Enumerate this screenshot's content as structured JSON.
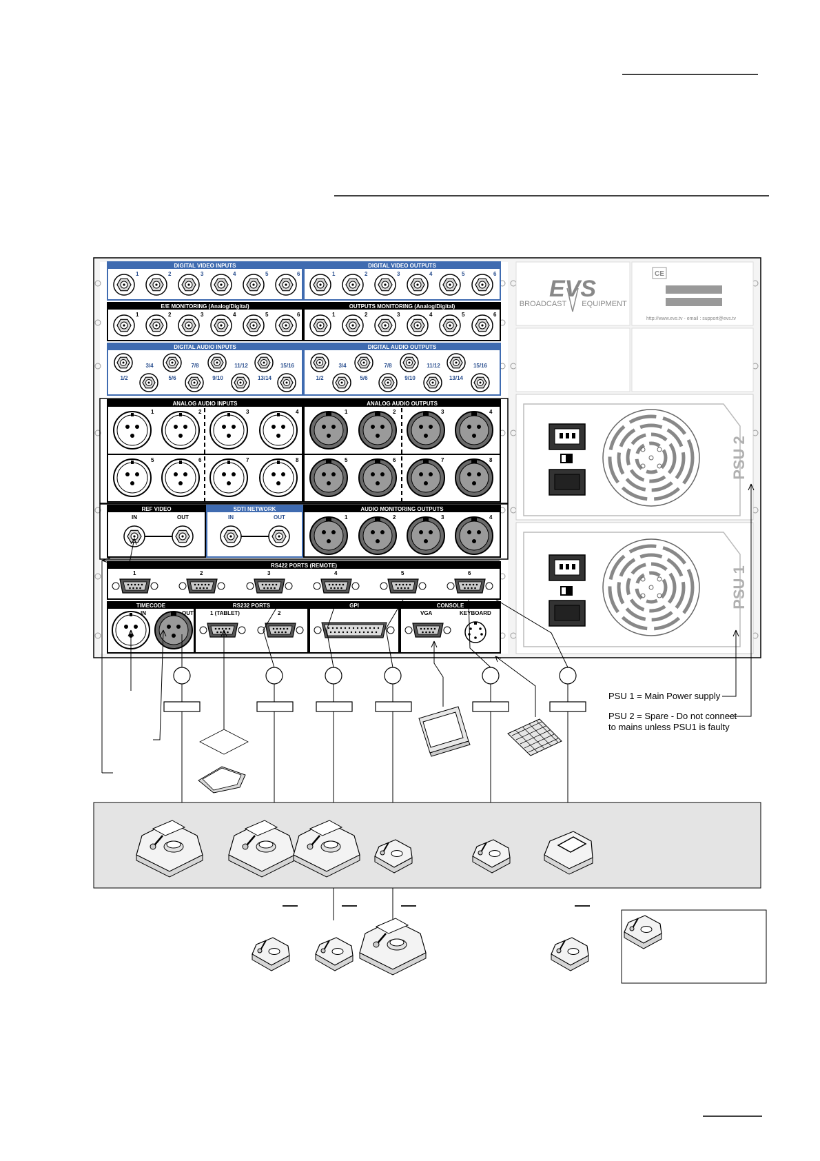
{
  "rack": {
    "digital_video_inputs": {
      "title": "DIGITAL VIDEO INPUTS",
      "ports": [
        "1",
        "2",
        "3",
        "4",
        "5",
        "6"
      ]
    },
    "digital_video_outputs": {
      "title": "DIGITAL VIDEO OUTPUTS",
      "ports": [
        "1",
        "2",
        "3",
        "4",
        "5",
        "6"
      ]
    },
    "ee_monitoring": {
      "title": "E/E MONITORING (Analog/Digital)",
      "ports": [
        "1",
        "2",
        "3",
        "4",
        "5",
        "6"
      ]
    },
    "outputs_monitoring": {
      "title": "OUTPUTS MONITORING (Analog/Digital)",
      "ports": [
        "1",
        "2",
        "3",
        "4",
        "5",
        "6"
      ]
    },
    "digital_audio_inputs": {
      "title": "DIGITAL AUDIO INPUTS",
      "top": [
        "3/4",
        "7/8",
        "11/12",
        "15/16"
      ],
      "bottom": [
        "1/2",
        "5/6",
        "9/10",
        "13/14"
      ]
    },
    "digital_audio_outputs": {
      "title": "DIGITAL AUDIO OUTPUTS",
      "top": [
        "3/4",
        "7/8",
        "11/12",
        "15/16"
      ],
      "bottom": [
        "1/2",
        "5/6",
        "9/10",
        "13/14"
      ]
    },
    "analog_audio_inputs": {
      "title": "ANALOG AUDIO INPUTS",
      "ports": [
        "1",
        "2",
        "3",
        "4",
        "5",
        "6",
        "7",
        "8"
      ]
    },
    "analog_audio_outputs": {
      "title": "ANALOG AUDIO OUTPUTS",
      "ports": [
        "1",
        "2",
        "3",
        "4",
        "5",
        "6",
        "7",
        "8"
      ]
    },
    "ref_video": {
      "title": "REF VIDEO",
      "in": "IN",
      "out": "OUT"
    },
    "sdti_network": {
      "title": "SDTI NETWORK",
      "in": "IN",
      "out": "OUT"
    },
    "audio_monitoring_outputs": {
      "title": "AUDIO MONITORING OUTPUTS",
      "ports": [
        "1",
        "2",
        "3",
        "4"
      ]
    },
    "rs422_ports": {
      "title": "RS422 PORTS (REMOTE)",
      "ports": [
        "1",
        "2",
        "3",
        "4",
        "5",
        "6"
      ]
    },
    "timecode": {
      "title": "TIMECODE",
      "in": "IN",
      "out": "OUT"
    },
    "rs232_ports": {
      "title": "RS232 PORTS",
      "p1": "1 (TABLET)",
      "p2": "2"
    },
    "gpi": {
      "title": "GPI"
    },
    "console": {
      "title": "CONSOLE",
      "vga": "VGA",
      "keyboard": "KEYBOARD"
    },
    "brand": {
      "logo": "EVS",
      "left": "BROADCAST",
      "right": "EQUIPMENT",
      "url": "http://www.evs.tv - email : support@evs.tv",
      "ce": "CE"
    },
    "psu_top": "PSU 2",
    "psu_bottom": "PSU 1"
  },
  "notes": {
    "psu1": "PSU 1 = Main Power supply",
    "psu2_line1": "PSU 2 = Spare - Do not connect",
    "psu2_line2": "to mains unless PSU1 is faulty"
  }
}
